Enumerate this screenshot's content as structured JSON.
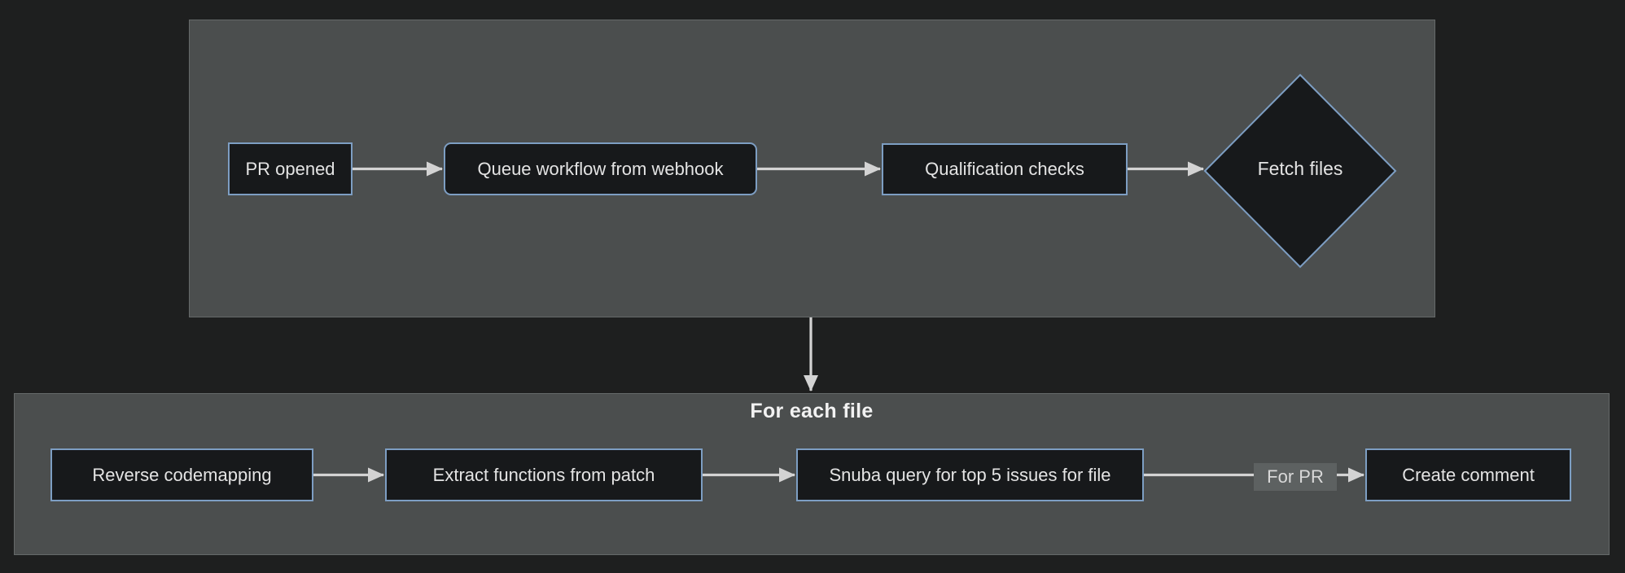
{
  "colors": {
    "page_background": "#1e1f1f",
    "cluster_background": "#4b4e4e",
    "cluster_border": "#656969",
    "node_background": "#17191b",
    "node_border": "#7d9ec3",
    "node_text": "#e4e4e4",
    "edge_line": "#d3d3d3",
    "edge_label_background": "#5d6161",
    "edge_label_text": "#d9d9d9",
    "cluster_title_text": "#f2f2f2"
  },
  "diagram": {
    "type": "flowchart",
    "direction": "left-to-right",
    "clusters": [
      {
        "name": "pr-pipeline",
        "title": "",
        "nodes": [
          {
            "id": "pr-opened",
            "label": "PR opened",
            "shape": "rectangle"
          },
          {
            "id": "queue-workflow",
            "label": "Queue workflow from webhook",
            "shape": "rounded-rectangle"
          },
          {
            "id": "qualification-checks",
            "label": "Qualification checks",
            "shape": "rectangle"
          },
          {
            "id": "fetch-files",
            "label": "Fetch files",
            "shape": "diamond"
          }
        ]
      },
      {
        "name": "for-each-file",
        "title": "For each file",
        "nodes": [
          {
            "id": "reverse-codemapping",
            "label": "Reverse codemapping",
            "shape": "rectangle"
          },
          {
            "id": "extract-functions",
            "label": "Extract functions from patch",
            "shape": "rectangle"
          },
          {
            "id": "snuba-query",
            "label": "Snuba query for top 5 issues for file",
            "shape": "rectangle"
          },
          {
            "id": "create-comment",
            "label": "Create comment",
            "shape": "rectangle"
          }
        ]
      }
    ],
    "edges": [
      {
        "from": "PR opened",
        "to": "Queue workflow from webhook",
        "label": ""
      },
      {
        "from": "Queue workflow from webhook",
        "to": "Qualification checks",
        "label": ""
      },
      {
        "from": "Qualification checks",
        "to": "Fetch files",
        "label": ""
      },
      {
        "from": "Fetch files",
        "to": "For each file",
        "label": ""
      },
      {
        "from": "Reverse codemapping",
        "to": "Extract functions from patch",
        "label": ""
      },
      {
        "from": "Extract functions from patch",
        "to": "Snuba query for top 5 issues for file",
        "label": ""
      },
      {
        "from": "Snuba query for top 5 issues for file",
        "to": "Create comment",
        "label": "For PR"
      }
    ]
  }
}
